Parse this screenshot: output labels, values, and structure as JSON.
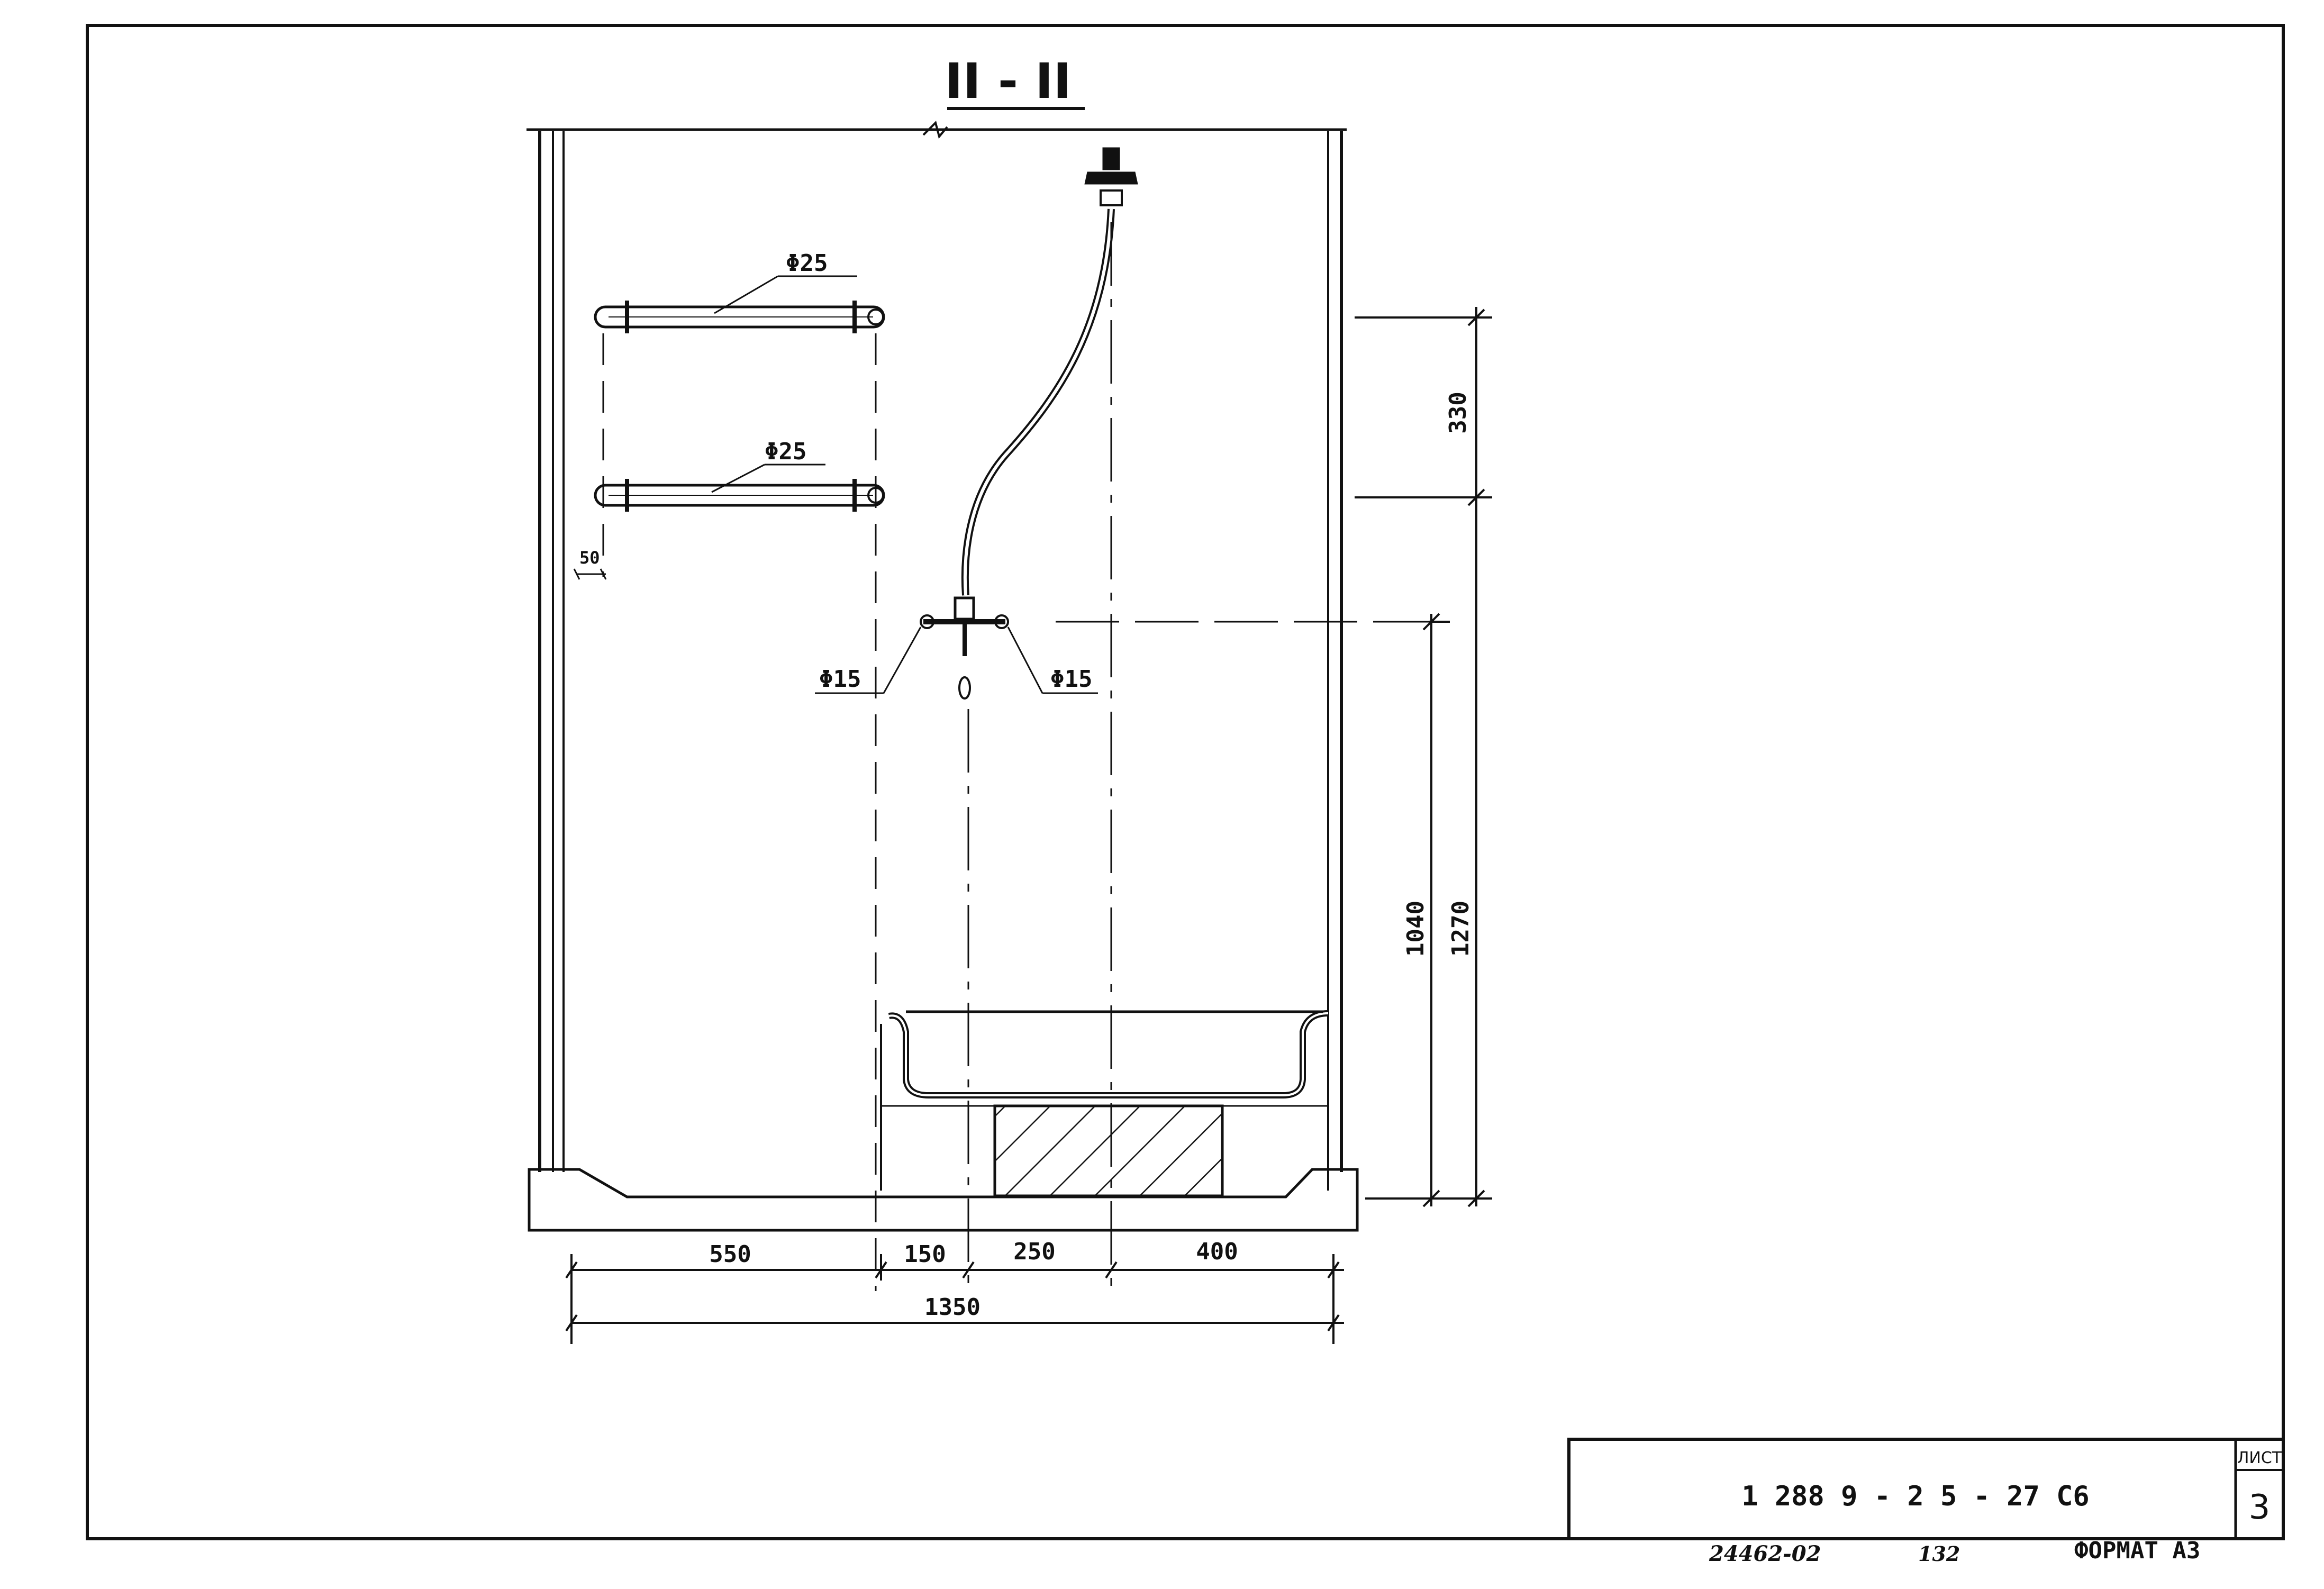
{
  "section_title": "II - II",
  "pipe_labels": {
    "rail_upper": "Φ25",
    "rail_lower": "Φ25",
    "mixer_left": "Φ15",
    "mixer_right": "Φ15"
  },
  "dimensions": {
    "offset_50": "50",
    "horizontal": [
      "550",
      "150",
      "250",
      "400"
    ],
    "overall_width": "1350",
    "vertical_330": "330",
    "vertical_1040": "1040",
    "vertical_1270": "1270"
  },
  "title_block": {
    "designation": "1 288 9 - 2 5 - 27 С6",
    "sheet_label": "ЛИСТ",
    "sheet_number": "3"
  },
  "footer": {
    "inventory_number": "24462-02",
    "copy_number": "132",
    "format": "ФОРМАТ А3"
  },
  "colors": {
    "ink": "#111111",
    "paper": "#ffffff"
  }
}
